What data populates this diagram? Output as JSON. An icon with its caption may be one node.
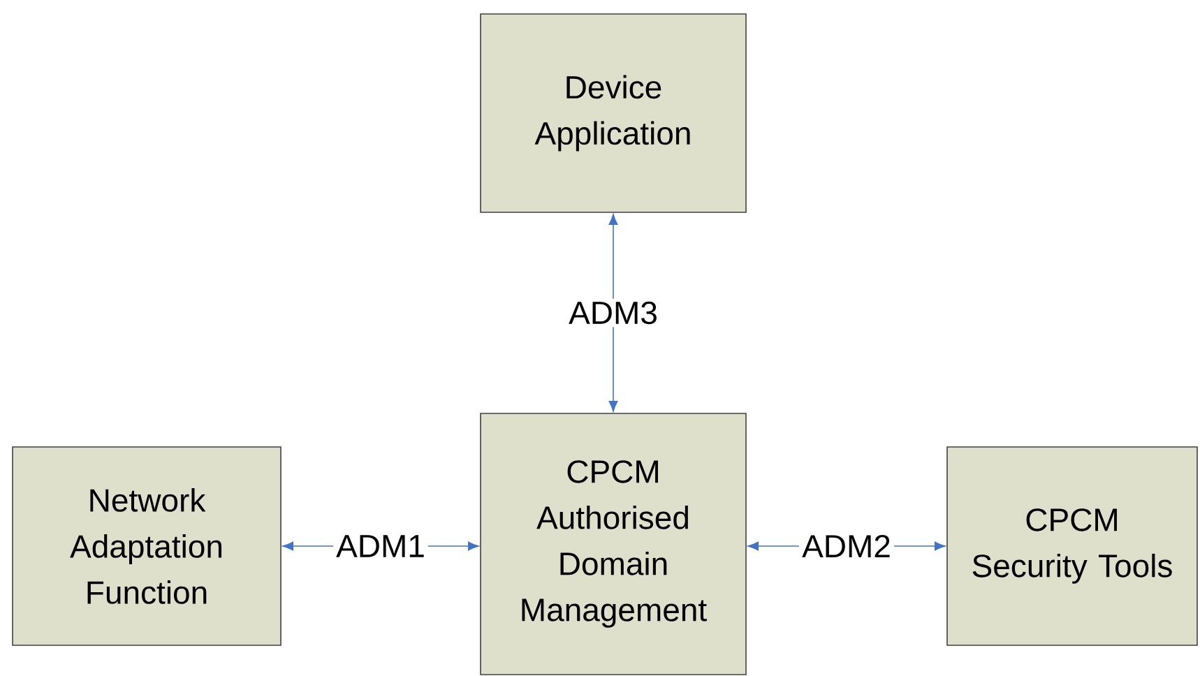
{
  "diagram": {
    "nodes": [
      {
        "text": [
          "Device Application"
        ]
      },
      {
        "text": [
          "Network Adaptation Function"
        ]
      },
      {
        "text": [
          "CPCM Authorised Domain Management"
        ]
      },
      {
        "text": [
          "CPCM Security Tools"
        ]
      }
    ],
    "edges": [
      {
        "from": 1,
        "to": 2,
        "arrow": "both",
        "label": "ADM1"
      },
      {
        "from": 2,
        "to": 3,
        "arrow": "both",
        "label": "ADM2"
      },
      {
        "from": 0,
        "to": 2,
        "arrow": "both",
        "label": "ADM3"
      }
    ]
  }
}
